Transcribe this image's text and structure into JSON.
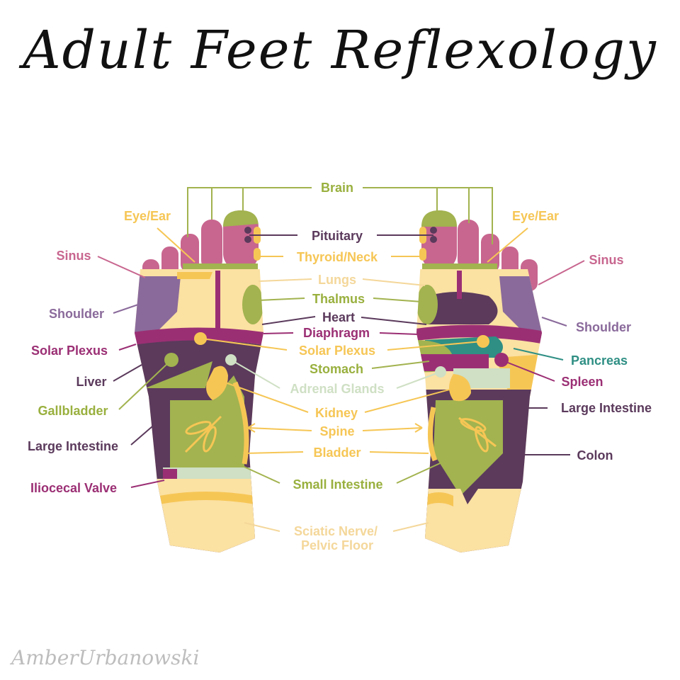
{
  "title": "Adult Feet Reflexology",
  "signature": "AmberUrbanowski",
  "colors": {
    "pink": "#c8668f",
    "green": "#a2b34f",
    "yellow": "#f6c655",
    "cream": "#fbe1a2",
    "dark_purple": "#5b3a5c",
    "lavender": "#8a6a9b",
    "magenta": "#9b2f74",
    "teal": "#2f8f84",
    "mint": "#cfe0c4",
    "label_green": "#99b03e",
    "label_cream": "#f4d79a"
  },
  "labels": {
    "brain": "Brain",
    "eye_ear_left": "Eye/Ear",
    "eye_ear_right": "Eye/Ear",
    "pituitary": "Pituitary",
    "thyroid_neck": "Thyroid/Neck",
    "sinus_left": "Sinus",
    "sinus_right": "Sinus",
    "lungs": "Lungs",
    "thalmus": "Thalmus",
    "heart": "Heart",
    "diaphragm": "Diaphragm",
    "shoulder_left": "Shoulder",
    "shoulder_right": "Shoulder",
    "solar_plexus_left": "Solar Plexus",
    "solar_plexus_center": "Solar Plexus",
    "pancreas": "Pancreas",
    "stomach": "Stomach",
    "liver": "Liver",
    "spleen": "Spleen",
    "adrenal_glands": "Adrenal Glands",
    "gallbladder": "Gallbladder",
    "kidney": "Kidney",
    "large_intestine_left": "Large Intestine",
    "large_intestine_right": "Large Intestine",
    "spine": "Spine",
    "bladder": "Bladder",
    "colon": "Colon",
    "iliocecal_valve": "Iliocecal Valve",
    "small_intestine": "Small Intestine",
    "sciatic_line1": "Sciatic Nerve/",
    "sciatic_line2": "Pelvic Floor"
  }
}
